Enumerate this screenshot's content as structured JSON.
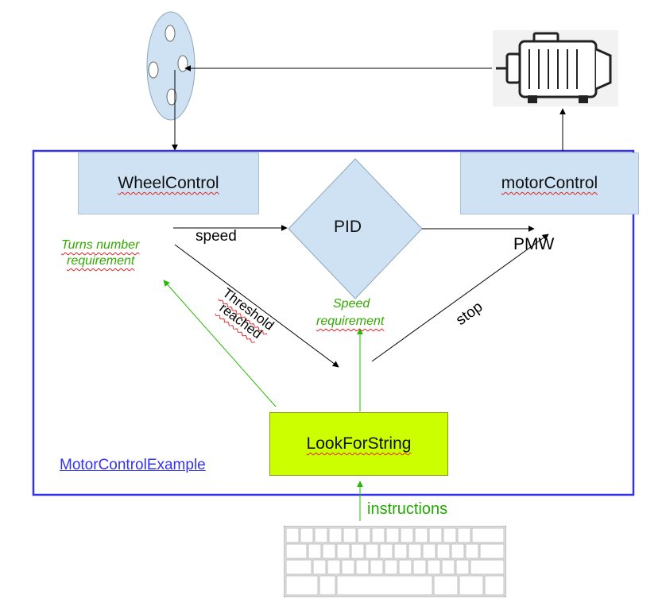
{
  "diagram": {
    "boxes": {
      "wheel_control": "WheelControl",
      "motor_control": "motorControl",
      "pid": "PID",
      "look_for_string": "LookForString"
    },
    "labels": {
      "speed": "speed",
      "pmw": "PMW",
      "threshold_line1": "Threshold",
      "threshold_line2": "reached",
      "stop": "stop",
      "turns_line1": "Turns number",
      "turns_line2": "requirement",
      "speed_req_line1": "Speed",
      "speed_req_line2": "requirement",
      "instructions": "instructions"
    },
    "module_name": "MotorControlExample",
    "colors": {
      "frame": "#3333ee",
      "block_fill": "#cfe2f3",
      "lookup_fill": "#ccff00",
      "green_arrow": "#22bb00",
      "green_text": "#33aa00"
    },
    "icons": [
      "wheel-icon",
      "electric-motor-icon",
      "keyboard-icon"
    ]
  }
}
